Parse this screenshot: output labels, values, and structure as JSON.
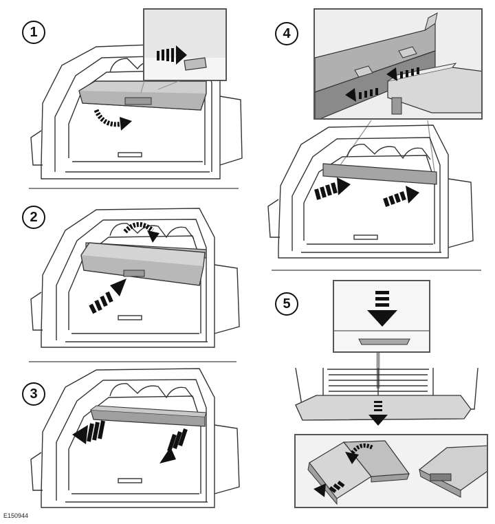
{
  "steps": [
    {
      "number": "1"
    },
    {
      "number": "2"
    },
    {
      "number": "3"
    },
    {
      "number": "4"
    },
    {
      "number": "5"
    }
  ],
  "figure_id": "E150944",
  "colors": {
    "line": "#333333",
    "cover": "#cfcfcf",
    "cover_dark": "#9a9a9a",
    "arrow": "#111111",
    "inset_bg": "#f2f2f2"
  }
}
